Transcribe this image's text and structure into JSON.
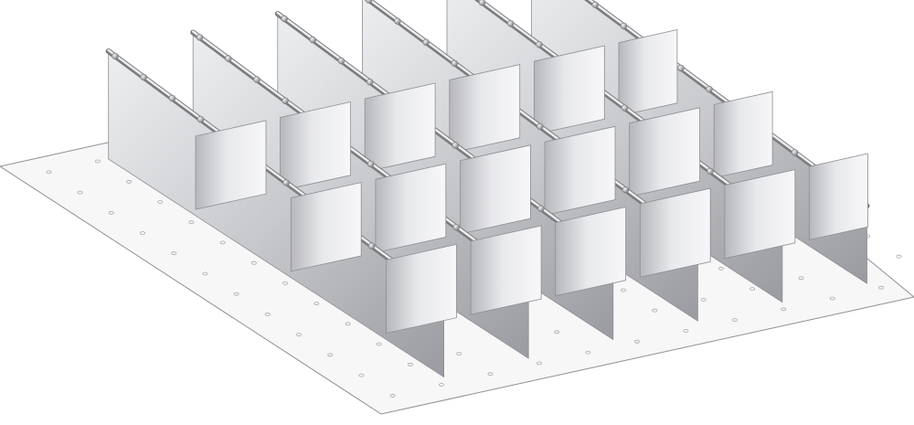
{
  "image": {
    "subject": "drawer-divider-set",
    "divider_rows": 6,
    "cross_partitions_per_row": 3,
    "colors": {
      "background": "#ffffff",
      "base_plate": "#f7f7f8",
      "base_outline": "#8f8f93",
      "perforation": "#a6a6aa",
      "divider_light": "#e9eaec",
      "divider_mid": "#c4c5c9",
      "divider_dark": "#8d8e93",
      "panel_light": "#f4f4f6",
      "panel_dark": "#b9babe",
      "hinge_light": "#eeeeef",
      "hinge_dark": "#7b7c80"
    }
  }
}
